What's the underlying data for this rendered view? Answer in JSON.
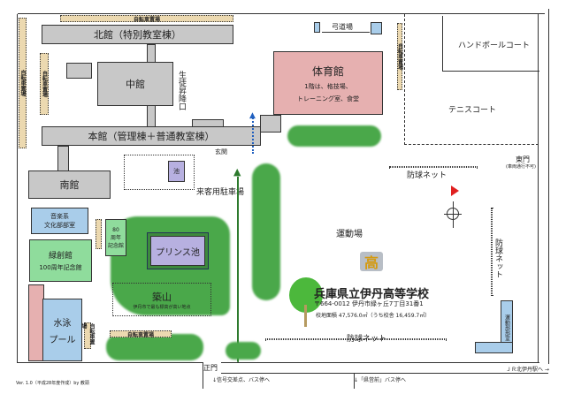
{
  "buildings": {
    "north": "北館（特別教室棟）",
    "middle": "中館",
    "main": "本館（管理棟＋普通教室棟）",
    "south": "南館",
    "gym": "体育館",
    "gym_note_1": "1階は、格技場、",
    "gym_note_2": "トレーニング室、食堂",
    "archery": "弓道場",
    "music": "音楽系",
    "music_2": "文化部部室",
    "ryokuso": "緑創館",
    "ryokuso_2": "100周年記念館",
    "memorial80_1": "80",
    "memorial80_2": "周年",
    "memorial80_3": "記念館",
    "pool_1": "水泳",
    "pool_2": "プール",
    "sports_club": "運動部部室"
  },
  "places": {
    "bike_parking": "自転車置場",
    "student_entrance": "生徒昇降口",
    "entrance": "玄関",
    "pond": "池",
    "guest_parking": "来客用駐車場",
    "prince_pond": "プリンス池",
    "tsukiyama": "築山",
    "tsukiyama_note": "伊丹市で最も標高が高い地点",
    "handball": "ハンドボールコート",
    "tennis": "テニスコート",
    "east_gate": "東門",
    "east_gate_note": "(車両通行不可)",
    "ball_net": "防球ネット",
    "ground": "運動場",
    "main_gate": "正門"
  },
  "directions": {
    "signal": "↓信号交差点、バス停へ",
    "bus_kenei": "↓「県営前」バス停へ",
    "jr": "ＪＲ北伊丹駅へ →"
  },
  "school": {
    "logo": "高",
    "name": "兵庫県立伊丹高等学校",
    "address": "〒664-0012 伊丹市緑ヶ丘7丁目31番1",
    "area": "校地面積 47,576.0㎡（うち校舎 16,459.7㎡）"
  },
  "footer": "Ver. 1.0（平成28年度作成）by 教頭",
  "colors": {
    "gym": "#e6b0b0",
    "blue": "#a9cdea",
    "green": "#8fdc9c",
    "grass": "#4aa84a",
    "pond": "#b7b0e0",
    "flag": "#e02020"
  }
}
